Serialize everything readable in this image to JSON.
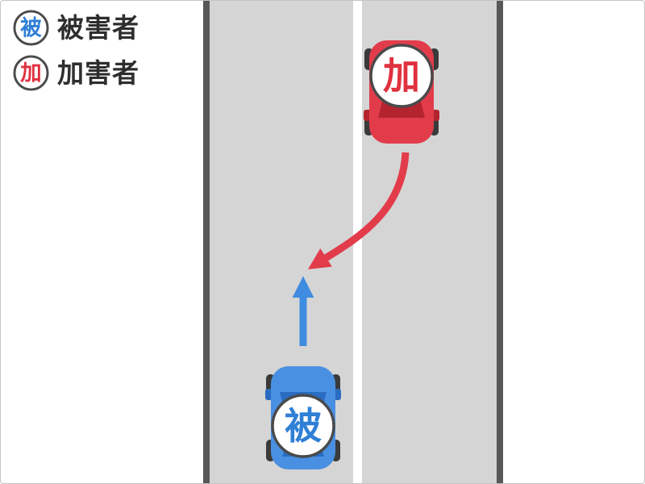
{
  "legend": {
    "items": [
      {
        "badge": "被",
        "label": "被害者"
      },
      {
        "badge": "加",
        "label": "加害者"
      }
    ]
  },
  "cars": {
    "perpetrator": {
      "badge": "加"
    },
    "victim": {
      "badge": "被"
    }
  },
  "colors": {
    "background": "#ffffff",
    "road": "#d5d5d5",
    "road_edge": "#575757",
    "lane_line": "#ffffff",
    "perpetrator_red": "#e23c4b",
    "perpetrator_red_dark": "#b3242f",
    "victim_blue": "#4a90e2",
    "victim_blue_dark": "#2a6cc0",
    "arrow_red": "#e23c4b",
    "arrow_blue": "#3f8ce0",
    "badge_ring": "#4a4a4a",
    "legend_text": "#2e2e2e"
  }
}
